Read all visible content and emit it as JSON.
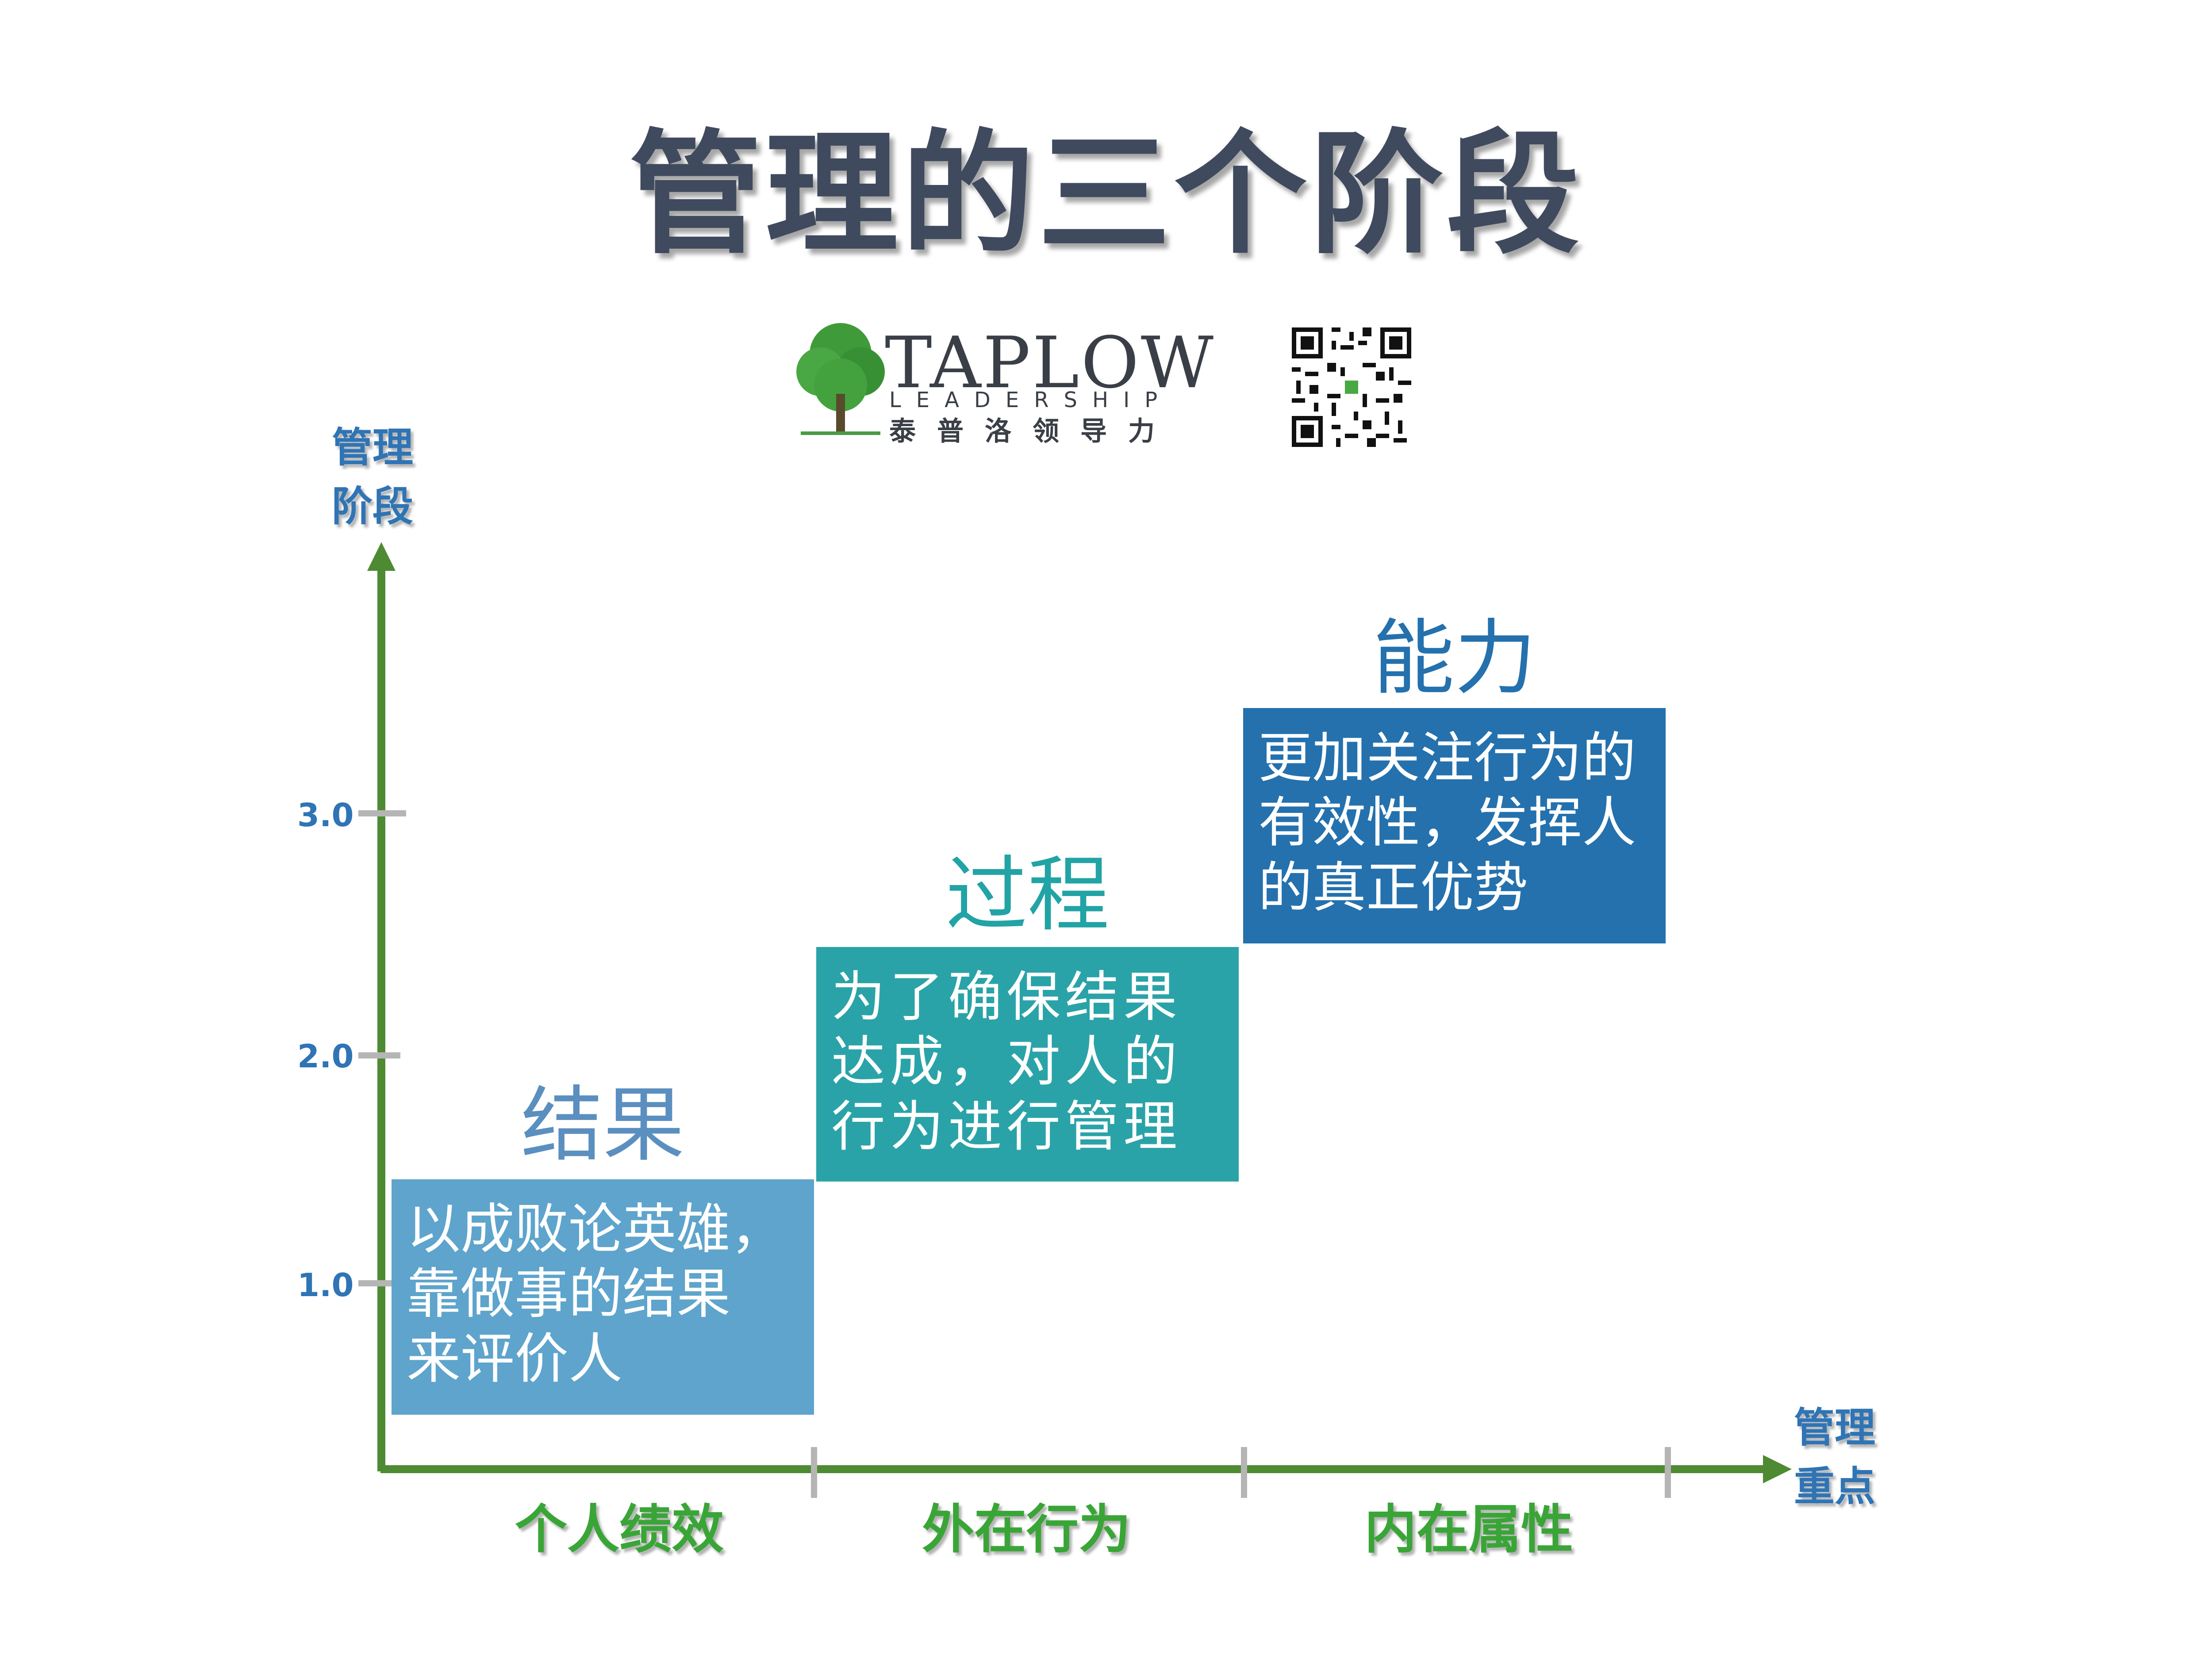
{
  "title": "管理的三个阶段",
  "logo": {
    "brand": "TAPLOW",
    "sub": "LEADERSHIP",
    "chinese": "泰普洛领导力"
  },
  "qr_icon": "qr-code-icon",
  "y_axis": {
    "line1": "管理",
    "line2": "阶段",
    "ticks": [
      "3.0",
      "2.0",
      "1.0"
    ]
  },
  "x_axis": {
    "line1": "管理",
    "line2": "重点",
    "categories": [
      "个人绩效",
      "外在行为",
      "内在属性"
    ]
  },
  "stages": [
    {
      "title": "结果",
      "text": "以成败论英雄，\n靠做事的结果\n来评价人",
      "color": "#5ea4cc",
      "title_color": "#5b8fbf"
    },
    {
      "title": "过程",
      "text": "为了确保结果\n达成，对人的\n行为进行管理",
      "color": "#2aa3a8",
      "title_color": "#22a3a5"
    },
    {
      "title": "能力",
      "text": "更加关注行为的\n有效性，发挥人\n的真正优势",
      "color": "#2471ae",
      "title_color": "#2471ae"
    }
  ],
  "colors": {
    "axis": "#4e8a32",
    "tick": "#b5b5b5",
    "axis_text": "#2f74b5",
    "category": "#3aa537"
  }
}
